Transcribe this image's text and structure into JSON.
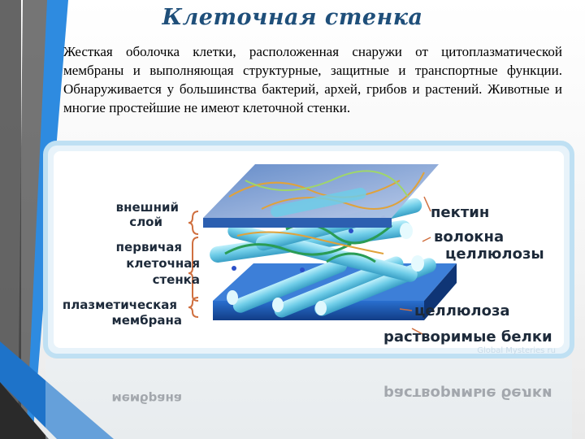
{
  "slide": {
    "title": "Клеточная стенка",
    "body": "Жесткая оболочка клетки, расположенная снаружи от цитоплазматической мембраны и выполняющая структурные, защитные и транспортные функции. Обнаруживается у большинства бактерий, архей, грибов и растений. Животные и многие простейшие не имеют клеточной стенки."
  },
  "diagram": {
    "labels": {
      "outer_layer_1": "внешний",
      "outer_layer_2": "слой",
      "primary_wall_1": "первичая",
      "primary_wall_2": "клеточная",
      "primary_wall_3": "стенка",
      "plasma_membrane_1": "плазметическая",
      "plasma_membrane_2": "мембрана",
      "pectin": "пектин",
      "cellulose_fibers_1": "волокна",
      "cellulose_fibers_2": "целлюлозы",
      "cellulose": "целлюлоза",
      "soluble_proteins": "растворимые белки"
    },
    "watermark": "Global Mysteries ru"
  },
  "colors": {
    "title": "#1f4f7a",
    "accent_blue": "#1e88d8",
    "dark_bar": "#3b3b3b",
    "membrane": "#1c55a8",
    "pectin_plate": "#7aa6d8",
    "fiber": "#6fcde8"
  }
}
